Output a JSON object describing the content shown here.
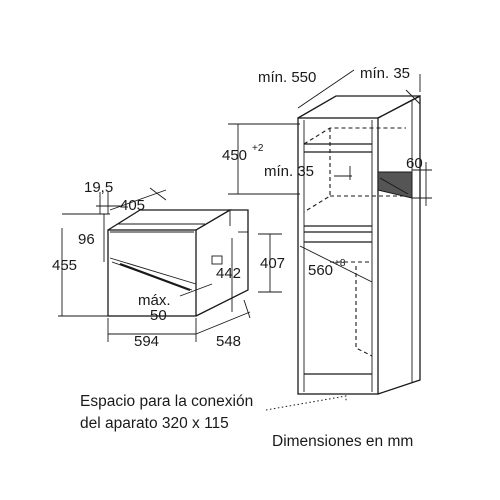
{
  "dimensions": {
    "cab_depth": "mín. 550",
    "cab_rear_gap": "mín. 35",
    "niche_height": "450",
    "niche_height_sup": "+2",
    "niche_top_gap": "mín. 35",
    "vent_height": "60",
    "niche_width": "560",
    "niche_width_sup": "+8",
    "oven_front_depth": "19,5",
    "oven_body_depth": "405",
    "oven_front_h1": "96",
    "oven_total_h": "455",
    "oven_body_h": "442",
    "oven_side_h": "407",
    "oven_max": "máx.",
    "oven_max_val": "50",
    "oven_width": "594",
    "oven_depth": "548"
  },
  "notes": {
    "connection_line1": "Espacio para la conexión",
    "connection_line2": "del aparato 320 x 115",
    "units": "Dimensiones en mm"
  }
}
